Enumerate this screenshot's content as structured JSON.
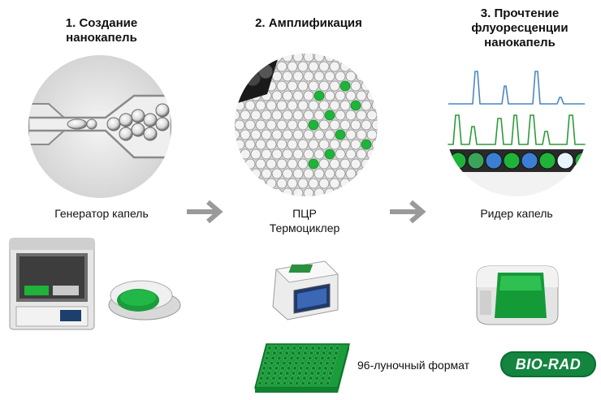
{
  "steps": [
    {
      "title_line1": "1. Создание",
      "title_line2": "нанокапель",
      "caption": "Генератор капель"
    },
    {
      "title_line1": "2. Амплификация",
      "caption_line1": "ПЦР",
      "caption_line2": "Термоциклер"
    },
    {
      "title_line1": "3. Прочтение",
      "title_line2": "флуоресценции",
      "title_line3": "нанокапель",
      "caption": "Ридер капель"
    }
  ],
  "plate_label": "96-луночный формат",
  "logo_text": "BIO-RAD",
  "colors": {
    "green": "#1fb33a",
    "blue_trace": "#4a86c5",
    "green_trace": "#2e9a3a",
    "arrow": "#9a9a9a",
    "brand": "#13853f"
  }
}
